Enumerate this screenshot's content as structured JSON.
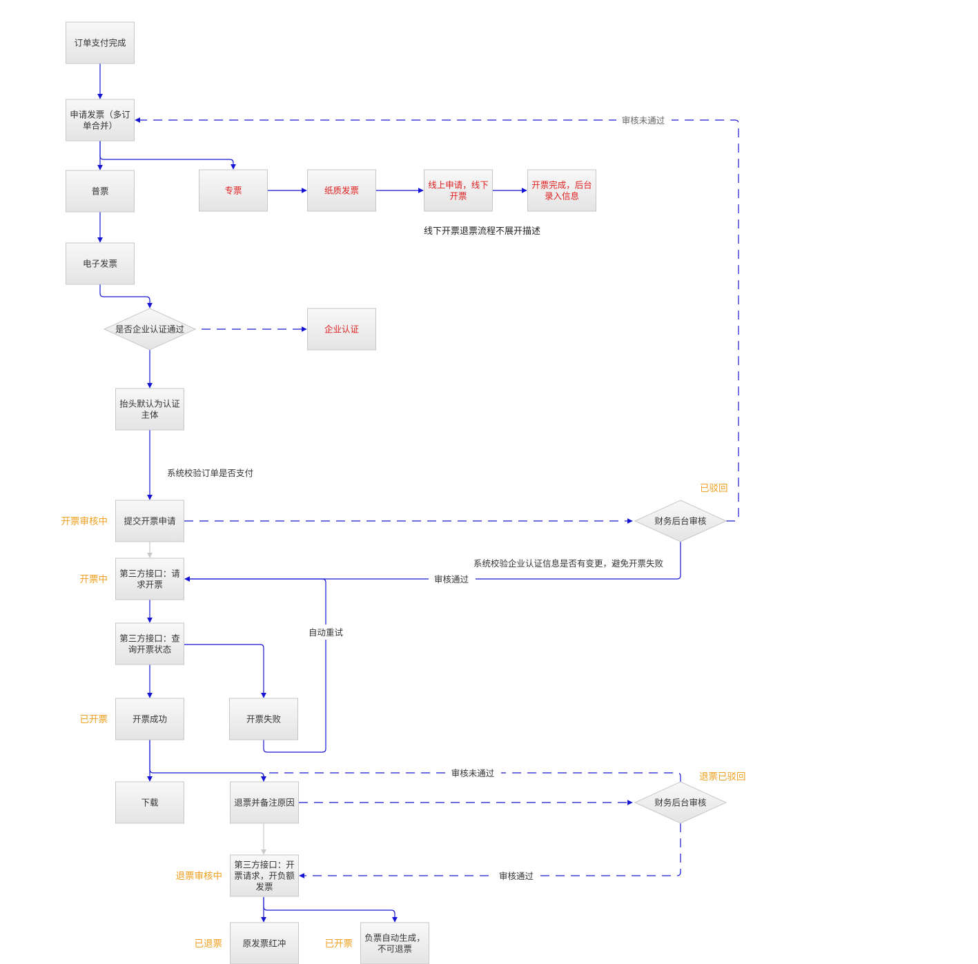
{
  "colors": {
    "flow": "#1414d2",
    "flow_light": "#c8c8c8",
    "status": "#f0a020",
    "node_fill_top": "#f8f8f8",
    "node_fill_bottom": "#e6e6e6",
    "node_border": "#c6c6c6",
    "red_text": "#e02020"
  },
  "nodes": {
    "order_paid": [
      "订单支付完成"
    ],
    "apply_invoice": [
      "申请发票（多订",
      "单合并）"
    ],
    "normal_invoice": [
      "普票"
    ],
    "special_invoice": [
      "专票"
    ],
    "paper_invoice": [
      "纸质发票"
    ],
    "online_apply": [
      "线上申请，线下",
      "开票"
    ],
    "invoice_done_backend": [
      "开票完成，后台",
      "录入信息"
    ],
    "e_invoice": [
      "电子发票"
    ],
    "enterprise_cert_check": [
      "是否企业认证通过"
    ],
    "enterprise_cert": [
      "企业认证"
    ],
    "title_default": [
      "抬头默认为认证",
      "主体"
    ],
    "submit_apply": [
      "提交开票申请"
    ],
    "finance_review_1": [
      "财务后台审核"
    ],
    "third_party_request": [
      "第三方接口：请",
      "求开票"
    ],
    "third_party_query": [
      "第三方接口：查",
      "询开票状态"
    ],
    "invoice_success": [
      "开票成功"
    ],
    "invoice_fail": [
      "开票失败"
    ],
    "download": [
      "下载"
    ],
    "refund_note": [
      "退票并备注原因"
    ],
    "finance_review_2": [
      "财务后台审核"
    ],
    "third_party_negative": [
      "第三方接口：开",
      "票请求，开负额",
      "发票"
    ],
    "original_red": [
      "原发票红冲"
    ],
    "negative_auto": [
      "负票自动生成，",
      "不可退票"
    ]
  },
  "edge_labels": {
    "review_not_passed_1": "审核未通过",
    "system_check_paid": "系统校验订单是否支付",
    "system_check_cert": "系统校验企业认证信息是否有变更，避免开票失败",
    "review_passed_1": "审核通过",
    "auto_retry": "自动重试",
    "review_not_passed_2": "审核未通过",
    "review_passed_2": "审核通过"
  },
  "notes": {
    "offline_note": "线下开票退票流程不展开描述"
  },
  "status_labels": {
    "reviewing": "开票审核中",
    "invoicing": "开票中",
    "invoiced_1": "已开票",
    "rejected": "已驳回",
    "refund_rejected": "退票已驳回",
    "refund_reviewing": "退票审核中",
    "refunded": "已退票",
    "invoiced_2": "已开票"
  }
}
